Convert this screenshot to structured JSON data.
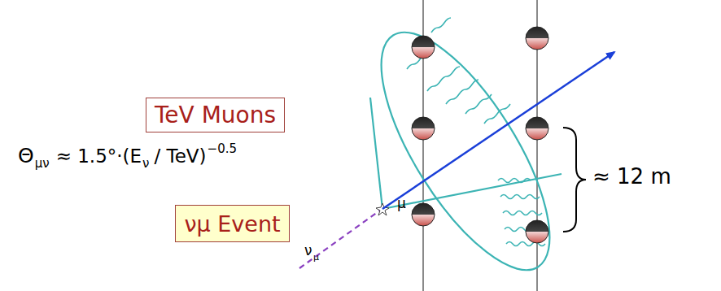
{
  "diagram": {
    "nodes": [
      {
        "text": [
          "TeV Muons"
        ]
      },
      {
        "text": [
          "νμ Event"
        ]
      }
    ],
    "labels": [
      "Θ",
      "μν",
      "≈ 1.5°·(E",
      "ν",
      "/ TeV)",
      "−0.5",
      "≈ 12 m",
      "ν",
      "μ",
      "μ"
    ]
  }
}
